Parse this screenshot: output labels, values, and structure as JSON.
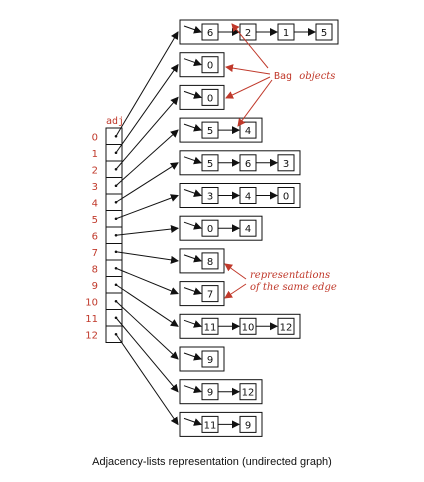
{
  "array": {
    "name": "adj",
    "indices": [
      "0",
      "1",
      "2",
      "3",
      "4",
      "5",
      "6",
      "7",
      "8",
      "9",
      "10",
      "11",
      "12"
    ]
  },
  "lists": [
    [
      "6",
      "2",
      "1",
      "5"
    ],
    [
      "0"
    ],
    [
      "0"
    ],
    [
      "5",
      "4"
    ],
    [
      "5",
      "6",
      "3"
    ],
    [
      "3",
      "4",
      "0"
    ],
    [
      "0",
      "4"
    ],
    [
      "8"
    ],
    [
      "7"
    ],
    [
      "11",
      "10",
      "12"
    ],
    [
      "9"
    ],
    [
      "9",
      "12"
    ],
    [
      "11",
      "9"
    ]
  ],
  "annotations": {
    "bag_code": "Bag",
    "bag_italic": "objects",
    "same_edge_line1": "representations",
    "same_edge_line2": "of the same edge"
  },
  "caption": "Adjacency-lists representation (undirected graph)",
  "colors": {
    "index": "#c0392b",
    "annotation": "#c0392b",
    "ink": "#111111"
  }
}
